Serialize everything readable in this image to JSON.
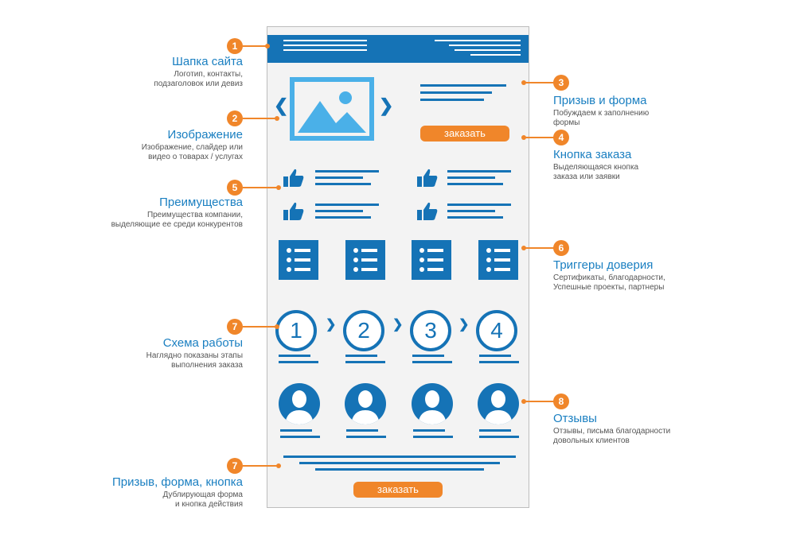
{
  "callouts": [
    {
      "num": "1",
      "title": "Шапка сайта",
      "desc": [
        "Логотип, контакты,",
        "подзаголовок или девиз"
      ]
    },
    {
      "num": "2",
      "title": "Изображение",
      "desc": [
        "Изображение, слайдер  или",
        "видео о товарах / услугах"
      ]
    },
    {
      "num": "3",
      "title": "Призыв и форма",
      "desc": [
        "Побуждаем к заполнению",
        "формы"
      ]
    },
    {
      "num": "4",
      "title": "Кнопка заказа",
      "desc": [
        "Выделяющаяся кнопка",
        "заказа или заявки"
      ]
    },
    {
      "num": "5",
      "title": "Преимущества",
      "desc": [
        "Преимущества компании,",
        "выделяющие ее среди конкурентов"
      ]
    },
    {
      "num": "6",
      "title": "Триггеры доверия",
      "desc": [
        "Сертификаты, благодарности,",
        "Успешные проекты, партнеры"
      ]
    },
    {
      "num": "7",
      "title": "Схема работы",
      "desc": [
        "Наглядно показаны этапы",
        "выполнения заказа"
      ]
    },
    {
      "num": "8",
      "title": "Отзывы",
      "desc": [
        "Отзывы, письма благодарности",
        "довольных клиентов"
      ]
    },
    {
      "num": "7",
      "title": "Призыв, форма, кнопка",
      "desc": [
        "Дублирующая форма",
        "и кнопка действия"
      ]
    }
  ],
  "wireframe": {
    "order_button": "заказать",
    "order_button_bottom": "заказать",
    "steps": [
      "1",
      "2",
      "3",
      "4"
    ],
    "colors": {
      "primary": "#1573b6",
      "accent": "#f0862a",
      "image_blue": "#4ab0e8"
    }
  }
}
